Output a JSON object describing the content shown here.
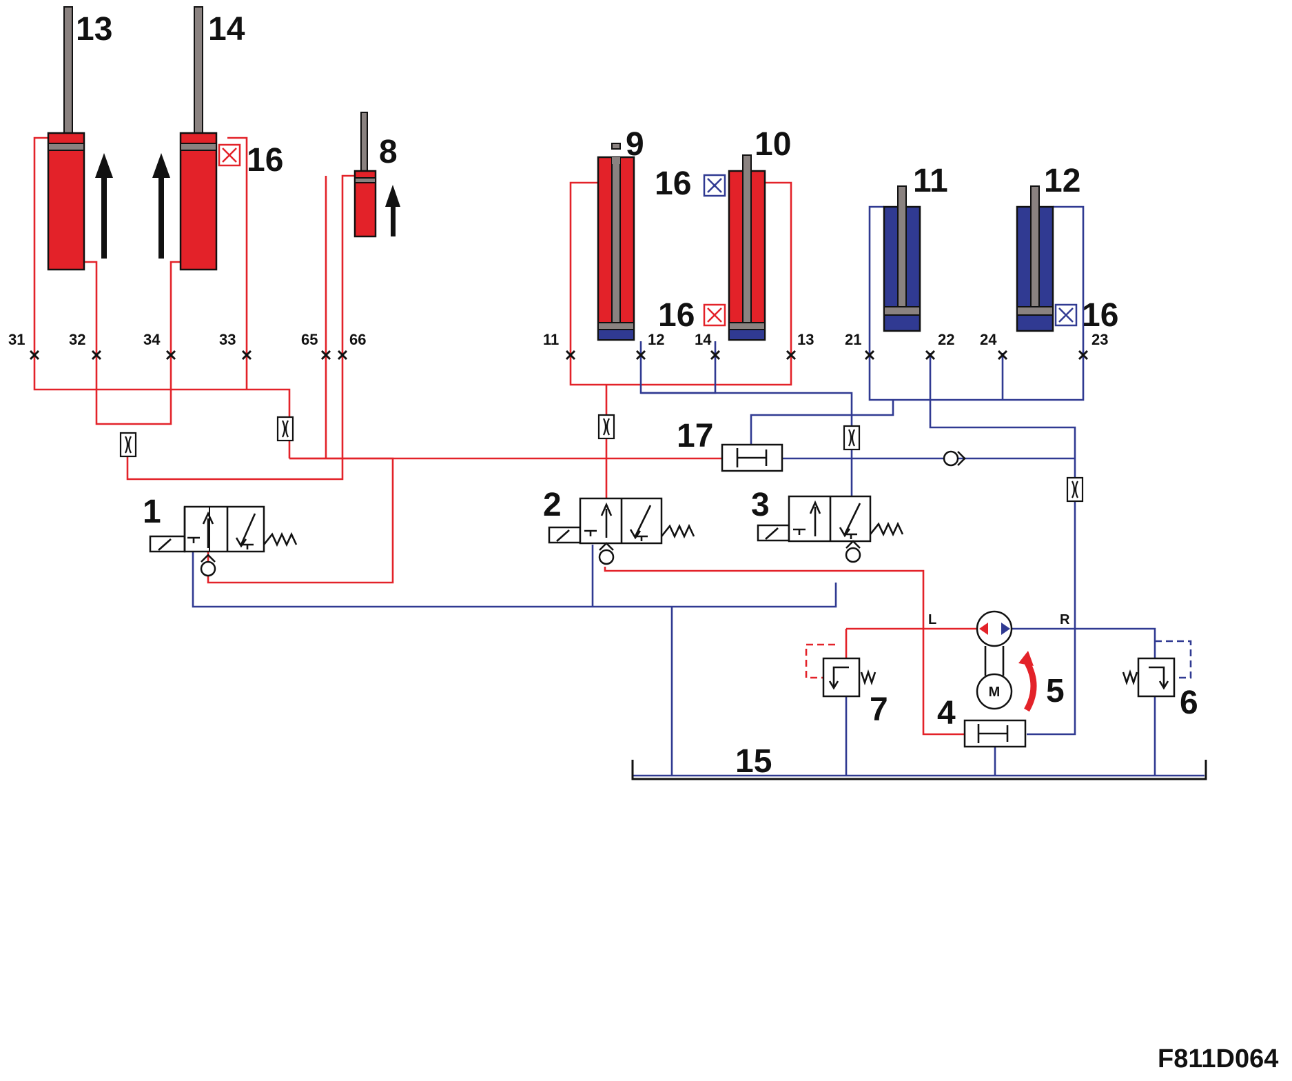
{
  "figure_code": "F811D064",
  "colors": {
    "pressure": "#e32229",
    "return": "#303a92",
    "rod": "#8a8280",
    "outline": "#111111",
    "background": "#ffffff"
  },
  "component_labels": {
    "c1": "1",
    "c2": "2",
    "c3": "3",
    "c4": "4",
    "c5": "5",
    "c6": "6",
    "c7": "7",
    "c8": "8",
    "c9": "9",
    "c10": "10",
    "c11": "11",
    "c12": "12",
    "c13": "13",
    "c14": "14",
    "c15": "15",
    "c17": "17",
    "c16": [
      "16",
      "16",
      "16",
      "16"
    ]
  },
  "port_labels": [
    "31",
    "32",
    "34",
    "33",
    "65",
    "66",
    "11",
    "12",
    "14",
    "13",
    "21",
    "22",
    "24",
    "23"
  ],
  "pump_ports": {
    "left": "L",
    "right": "R"
  },
  "motor_label": "M",
  "icons": {
    "cylinder_sensor": "crossed-box-icon",
    "motion": "arrow-up-icon",
    "check_valve": "check-valve-icon",
    "restrictor": "orifice-icon",
    "rotation": "curved-arrow-icon"
  }
}
